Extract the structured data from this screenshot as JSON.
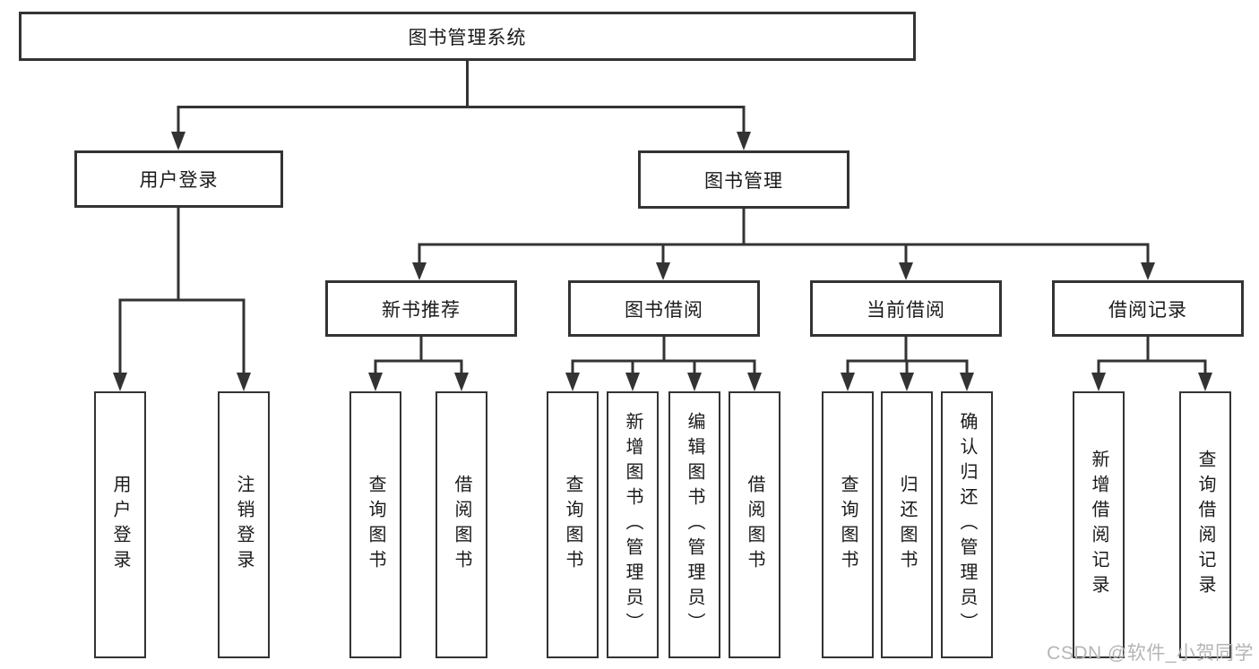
{
  "diagram_title": "图书管理系统",
  "colors": {
    "line": "#333333",
    "box_background": "#ffffff",
    "text": "#1a1a1a",
    "watermark": "#b5b5b5"
  },
  "tree": {
    "root": {
      "label": "图书管理系统",
      "children": [
        {
          "label": "用户登录",
          "children": [
            {
              "label": "用户登录"
            },
            {
              "label": "注销登录"
            }
          ]
        },
        {
          "label": "图书管理",
          "children": [
            {
              "label": "新书推荐",
              "children": [
                {
                  "label": "查询图书"
                },
                {
                  "label": "借阅图书"
                }
              ]
            },
            {
              "label": "图书借阅",
              "children": [
                {
                  "label": "查询图书"
                },
                {
                  "label": "新增图书（管理员）"
                },
                {
                  "label": "编辑图书（管理员）"
                },
                {
                  "label": "借阅图书"
                }
              ]
            },
            {
              "label": "当前借阅",
              "children": [
                {
                  "label": "查询图书"
                },
                {
                  "label": "归还图书"
                },
                {
                  "label": "确认归还（管理员）"
                }
              ]
            },
            {
              "label": "借阅记录",
              "children": [
                {
                  "label": "新增借阅记录"
                },
                {
                  "label": "查询借阅记录"
                }
              ]
            }
          ]
        }
      ]
    }
  },
  "watermark": "CSDN @软件_小贺同学"
}
